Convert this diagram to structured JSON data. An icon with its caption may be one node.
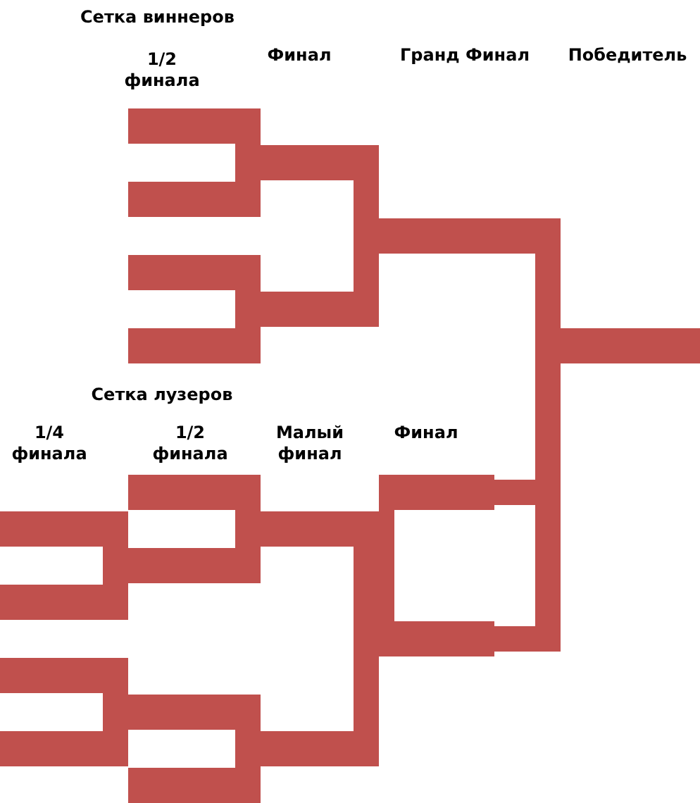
{
  "diagram": {
    "nodes": [
      {
        "text": [],
        "shape": "bar"
      },
      {
        "text": [],
        "shape": "bar"
      },
      {
        "text": [],
        "shape": "bar"
      },
      {
        "text": [],
        "shape": "bar"
      },
      {
        "text": [],
        "shape": "bar"
      },
      {
        "text": [],
        "shape": "bar"
      },
      {
        "text": [],
        "shape": "bar"
      },
      {
        "text": [],
        "shape": "bar"
      },
      {
        "text": [],
        "shape": "bar"
      },
      {
        "text": [],
        "shape": "bar"
      },
      {
        "text": [],
        "shape": "bar"
      },
      {
        "text": [],
        "shape": "bar"
      },
      {
        "text": [],
        "shape": "bar"
      },
      {
        "text": [],
        "shape": "bar"
      },
      {
        "text": [],
        "shape": "bar"
      },
      {
        "text": [],
        "shape": "bar"
      },
      {
        "text": [],
        "shape": "bar"
      },
      {
        "text": [],
        "shape": "bar"
      },
      {
        "text": [],
        "shape": "bar"
      },
      {
        "text": [],
        "shape": "bar"
      }
    ],
    "edges": [
      {
        "from": 0,
        "to": 4,
        "arrow": "none"
      },
      {
        "from": 1,
        "to": 4,
        "arrow": "none"
      },
      {
        "from": 2,
        "to": 5,
        "arrow": "none"
      },
      {
        "from": 3,
        "to": 5,
        "arrow": "none"
      },
      {
        "from": 4,
        "to": 6,
        "arrow": "none"
      },
      {
        "from": 5,
        "to": 6,
        "arrow": "none"
      },
      {
        "from": 6,
        "to": 7,
        "arrow": "none"
      },
      {
        "from": 8,
        "to": 13,
        "arrow": "none"
      },
      {
        "from": 9,
        "to": 13,
        "arrow": "none"
      },
      {
        "from": 10,
        "to": 14,
        "arrow": "none"
      },
      {
        "from": 11,
        "to": 14,
        "arrow": "none"
      },
      {
        "from": 12,
        "to": 16,
        "arrow": "none"
      },
      {
        "from": 13,
        "to": 16,
        "arrow": "none"
      },
      {
        "from": 14,
        "to": 17,
        "arrow": "none"
      },
      {
        "from": 15,
        "to": 17,
        "arrow": "none"
      },
      {
        "from": 16,
        "to": 19,
        "arrow": "none"
      },
      {
        "from": 17,
        "to": 19,
        "arrow": "none"
      },
      {
        "from": 18,
        "to": 7,
        "arrow": "none"
      },
      {
        "from": 19,
        "to": 7,
        "arrow": "none"
      }
    ],
    "labels": [
      "Сетка виннеров",
      "1/2 финала",
      "Финал",
      "Гранд Финал",
      "Победитель",
      "Сетка лузеров",
      "1/4 финала",
      "1/2 финала",
      "Малый финал",
      "Финал"
    ]
  }
}
